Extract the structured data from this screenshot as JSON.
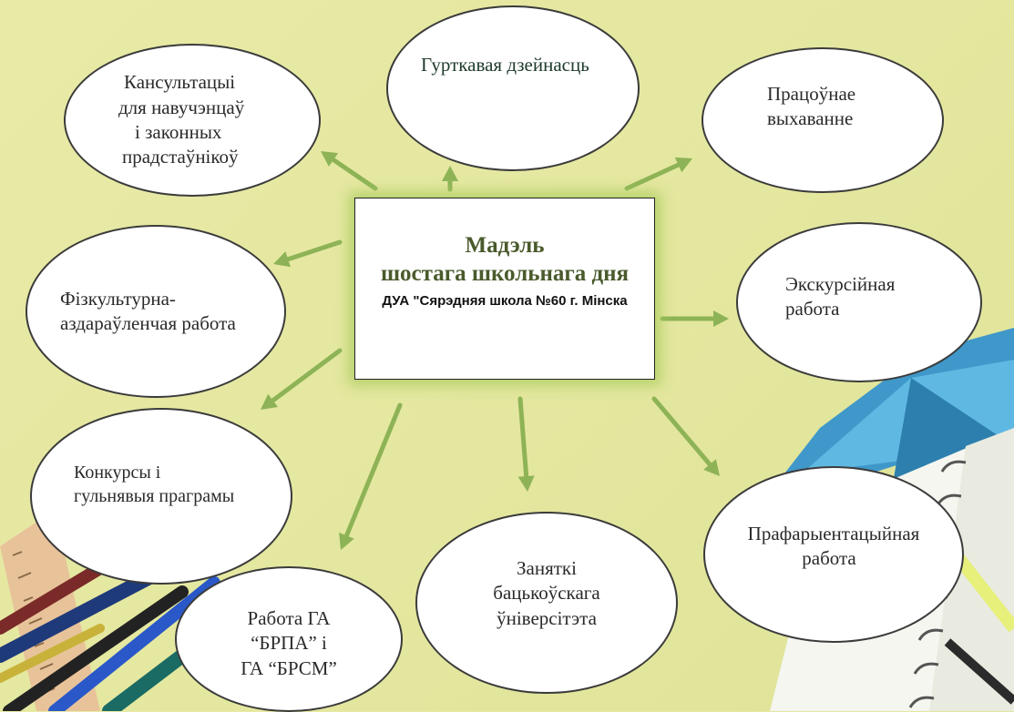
{
  "center": {
    "title_lines": [
      "Мадэль",
      "шостага школьнага дня"
    ],
    "subtitle": "ДУА \"Сярэдняя школа №60 г. Мінска"
  },
  "nodes": [
    {
      "id": "consultations",
      "lines": [
        "Кансультацыі",
        "для навучэнцаў",
        "і законных",
        "прадстаўнікоў"
      ]
    },
    {
      "id": "club-activity",
      "lines": [
        "Гурткавая дзейнасць"
      ]
    },
    {
      "id": "labour-education",
      "lines": [
        "Працоўнае",
        "выхаванне"
      ]
    },
    {
      "id": "sports-health",
      "lines": [
        "Фізкультурна-",
        "аздараўленчая работа"
      ]
    },
    {
      "id": "excursion-work",
      "lines": [
        "Экскурсійная",
        "работа"
      ]
    },
    {
      "id": "contests-games",
      "lines": [
        "Конкурсы і",
        "гульнявыя праграмы"
      ]
    },
    {
      "id": "pioneer-youth-orgs",
      "lines": [
        "Работа ГА",
        "“БРПА” і",
        "ГА “БРСМ”"
      ]
    },
    {
      "id": "parents-university",
      "lines": [
        "Заняткі",
        "бацькоўскага",
        "ўніверсітэта"
      ]
    },
    {
      "id": "career-guidance",
      "lines": [
        "Прафарыентацыйная",
        "работа"
      ]
    }
  ],
  "colors": {
    "background": "#e6e8a2",
    "arrow": "#8db356",
    "title": "#4a5a2c",
    "glow": "#aacd5f"
  }
}
